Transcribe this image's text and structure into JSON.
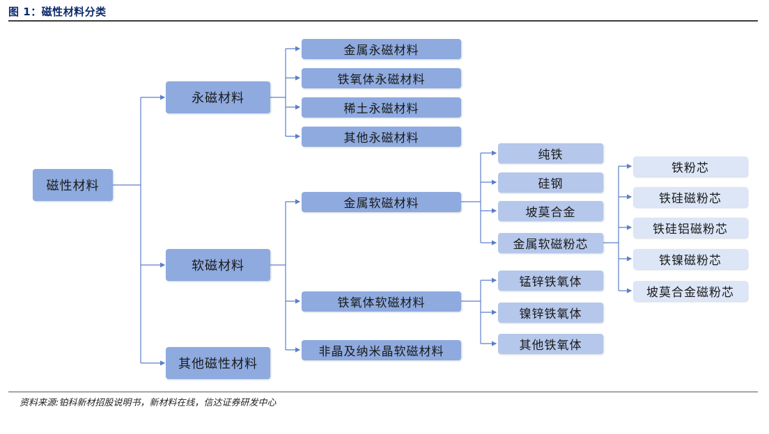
{
  "header": {
    "figure_title": "图 1：磁性材料分类"
  },
  "source": "资料来源:铂科新材招股说明书，新材料在线，信达证券研发中心",
  "diagram": {
    "root": "磁性材料",
    "level1": [
      "永磁材料",
      "软磁材料",
      "其他磁性材料"
    ],
    "permanent_magnets": [
      "金属永磁材料",
      "铁氧体永磁材料",
      "稀土永磁材料",
      "其他永磁材料"
    ],
    "soft_magnets": [
      "金属软磁材料",
      "铁氧体软磁材料",
      "非晶及纳米晶软磁材料"
    ],
    "metal_soft": [
      "纯铁",
      "硅钢",
      "坡莫合金",
      "金属软磁粉芯"
    ],
    "ferrite_soft": [
      "锰锌铁氧体",
      "镍锌铁氧体",
      "其他铁氧体"
    ],
    "powder_cores": [
      "铁粉芯",
      "铁硅磁粉芯",
      "铁硅铝磁粉芯",
      "铁镍磁粉芯",
      "坡莫合金磁粉芯"
    ],
    "colors": {
      "box_dark": "#8eaadf",
      "box_mid": "#b5c7ea",
      "box_light": "#dce6f7",
      "connector": "#5b7fc7"
    }
  }
}
